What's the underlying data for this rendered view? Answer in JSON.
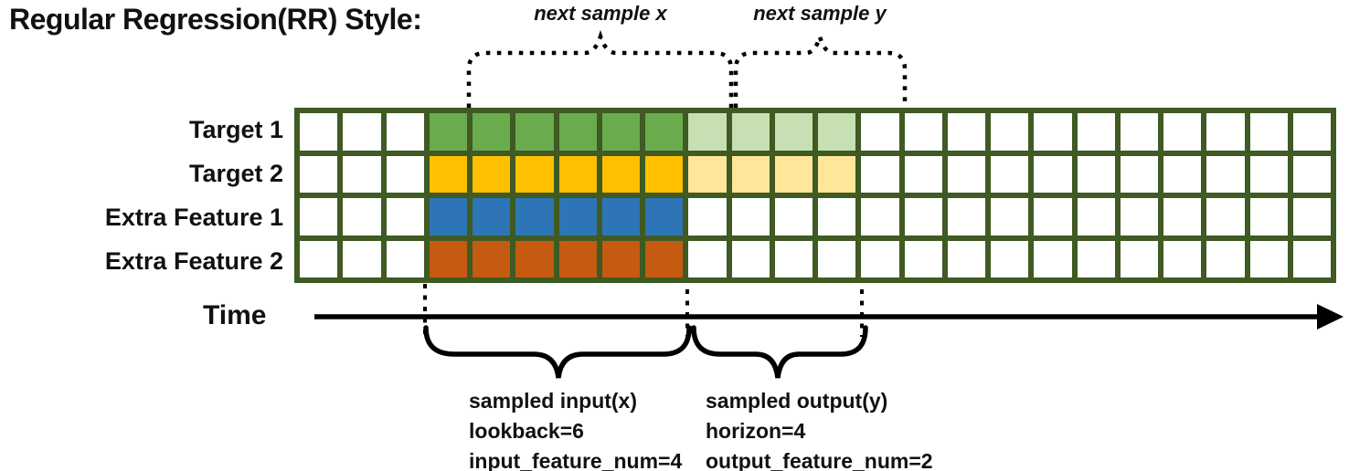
{
  "title": "Regular Regression(RR) Style:",
  "annotations": {
    "next_sample_x": "next sample x",
    "next_sample_y": "next sample y",
    "time_label": "Time",
    "input_note": [
      "sampled input(x)",
      "lookback=6",
      "input_feature_num=4"
    ],
    "output_note": [
      "sampled output(y)",
      "horizon=4",
      "output_feature_num=2"
    ]
  },
  "grid": {
    "columns": 24,
    "lead_empty_columns": 3,
    "lookback": 6,
    "horizon": 4,
    "border_color": "#3f5a22",
    "empty_cell_color": "#ffffff",
    "rows": [
      {
        "label": "Target 1",
        "input_color": "#6aab4d",
        "output_color": "#c6e0b4"
      },
      {
        "label": "Target 2",
        "input_color": "#ffc000",
        "output_color": "#ffe699"
      },
      {
        "label": "Extra Feature 1",
        "input_color": "#2e75b6",
        "output_color": null
      },
      {
        "label": "Extra Feature 2",
        "input_color": "#c55a11",
        "output_color": null
      }
    ]
  },
  "stroke_color": "#000000"
}
